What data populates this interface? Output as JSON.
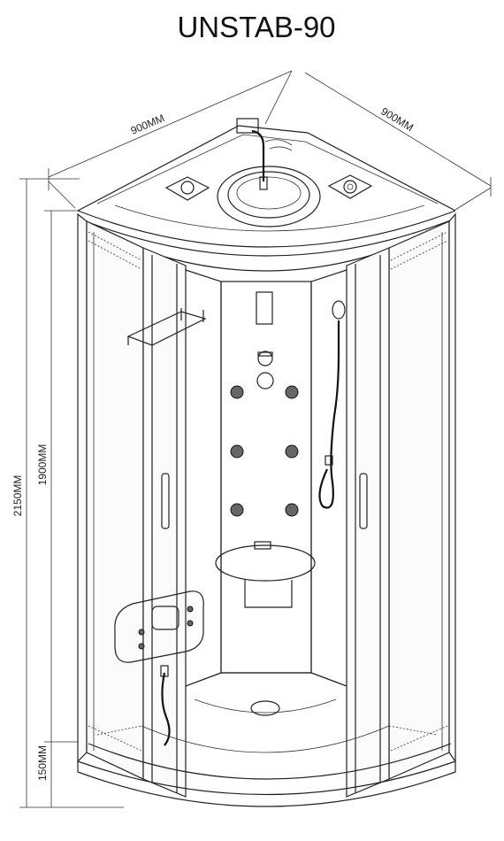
{
  "title": "UNSTAB-90",
  "dimensions": {
    "width_left": "900MM",
    "width_right": "900MM",
    "height_total": "2150MM",
    "height_cabin": "1900MM",
    "height_tray": "150MM"
  },
  "colors": {
    "line": "#222222",
    "background": "#ffffff"
  }
}
